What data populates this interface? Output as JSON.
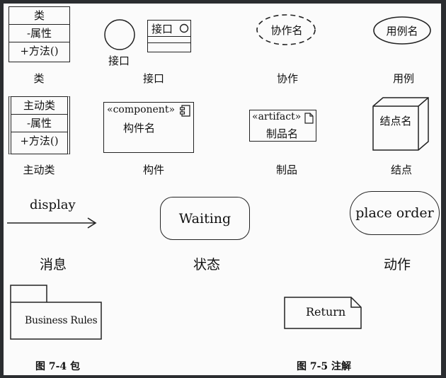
{
  "class_elem": {
    "name": "类",
    "attr": "-属性",
    "method": "+方法()",
    "caption": "类"
  },
  "interface_elem": {
    "lollipop_label": "接口",
    "box_name": "接口",
    "caption": "接口"
  },
  "collaboration_elem": {
    "name": "协作名",
    "caption": "协作"
  },
  "usecase_elem": {
    "name": "用例名",
    "caption": "用例"
  },
  "active_class_elem": {
    "name": "主动类",
    "attr": "-属性",
    "method": "+方法()",
    "caption": "主动类"
  },
  "component_elem": {
    "stereotype": "«component»",
    "name": "构件名",
    "caption": "构件"
  },
  "artifact_elem": {
    "stereotype": "«artifact»",
    "name": "制品名",
    "caption": "制品"
  },
  "node_elem": {
    "name": "结点名",
    "caption": "结点"
  },
  "message_elem": {
    "label": "display",
    "caption": "消息"
  },
  "state_elem": {
    "name": "Waiting",
    "caption": "状态"
  },
  "action_elem": {
    "name": "place order",
    "caption": "动作"
  },
  "package_elem": {
    "name": "Business Rules"
  },
  "note_elem": {
    "text": "Return"
  },
  "figures": {
    "fig_4": "图 7-4 包",
    "fig_5": "图 7-5 注解"
  },
  "colors": {
    "background": "#2b2d30",
    "sheet": "#fbfbfb",
    "stroke": "#222222"
  }
}
